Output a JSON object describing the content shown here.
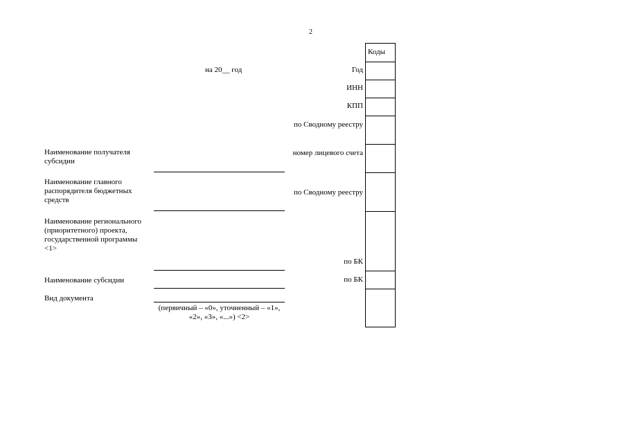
{
  "page_number": "2",
  "period": "на 20__ год",
  "codes_header": "Коды",
  "code_rows": {
    "year": "Год",
    "inn": "ИНН",
    "kpp": "КПП",
    "svodny_reestr_1": "по Сводному реестру",
    "account_number": "номер лицевого счета",
    "svodny_reestr_2": "по Сводному реестру",
    "bk_1": "по БК",
    "bk_2": "по БК"
  },
  "fields": {
    "recipient": "Наименование получателя субсидии",
    "main_manager": "Наименование главного распорядителя бюджетных средств",
    "project": "Наименование регионального (приоритетного) проекта, государственной программы <1>",
    "subsidy": "Наименование субсидии",
    "doc_type": "Вид документа",
    "doc_type_hint": "(первичный – «0», уточненный – «1», «2», «3», «...») <2>"
  }
}
